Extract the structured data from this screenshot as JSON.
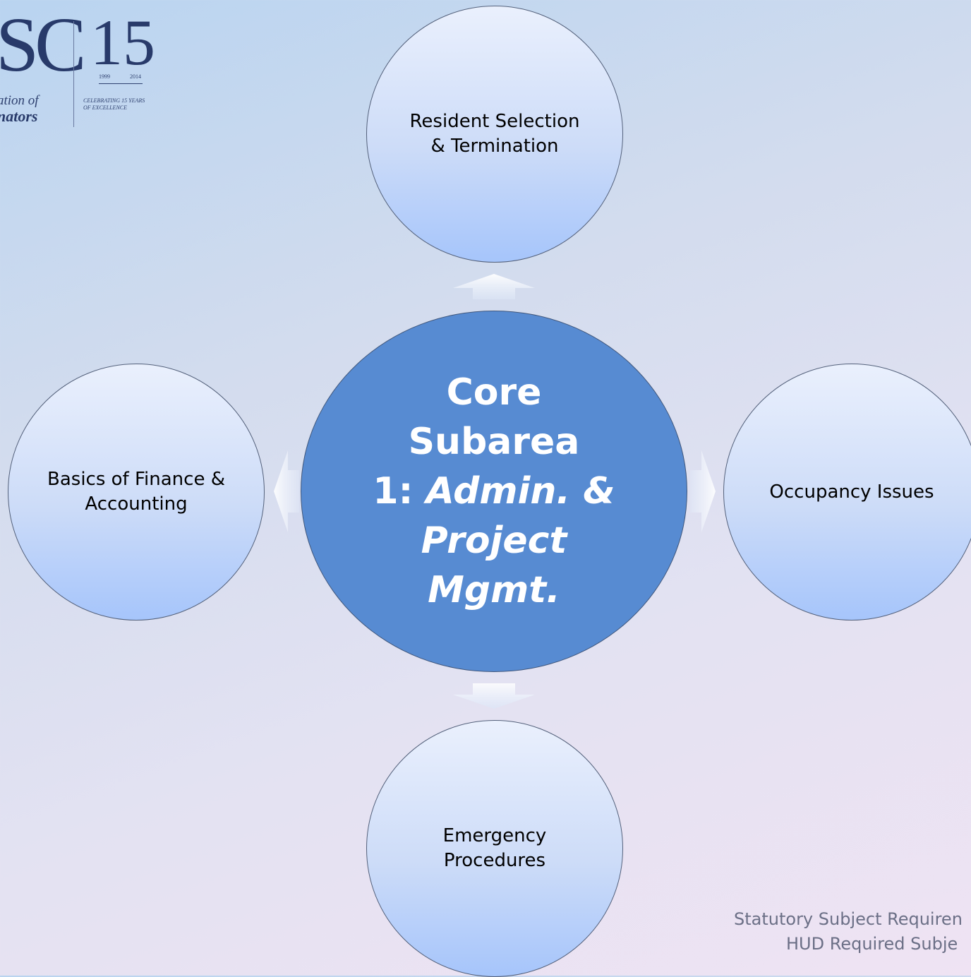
{
  "logo": {
    "initials": "SC",
    "anniversary": "15",
    "tagline_1": "ation of",
    "tagline_2": "nators",
    "year_start": "1999",
    "year_end": "2014",
    "celebrating": "CELEBRATING 15 YEARS OF EXCELLENCE"
  },
  "center": {
    "line1": "Core Subarea",
    "line2_prefix": "1: ",
    "line2_italic": "Admin. &",
    "line3": "Project",
    "line4": "Mgmt."
  },
  "satellites": {
    "top": "Resident Selection & Termination",
    "left": "Basics of Finance & Accounting",
    "right": "Occupancy Issues",
    "bottom": "Emergency Procedures"
  },
  "footer": {
    "line1": "Statutory Subject Requiren",
    "line2": "HUD Required Subje"
  },
  "colors": {
    "center_fill": "#578bd2",
    "satellite_fill_top": "#eaf0fd",
    "satellite_fill_bottom": "#a6c5fb",
    "logo_navy": "#283a6a"
  }
}
